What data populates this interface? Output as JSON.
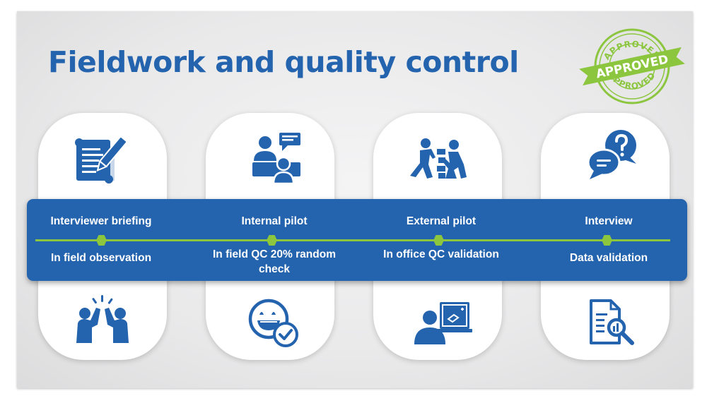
{
  "title": "Fieldwork and quality control",
  "stamp": {
    "text": "APPROVED",
    "color": "#8cc63f"
  },
  "colors": {
    "primary": "#2463ad",
    "accent": "#8cc63f",
    "background": "#e9e9ea"
  },
  "columns": [
    {
      "top_label": "Interviewer briefing",
      "bottom_label": "In field observation",
      "top_icon": "document-writing-icon",
      "bottom_icon": "high-five-icon"
    },
    {
      "top_label": "Internal pilot",
      "bottom_label": "In field QC 20% random check",
      "top_icon": "interview-desk-icon",
      "bottom_icon": "smiley-check-icon"
    },
    {
      "top_label": "External pilot",
      "bottom_label": "In office QC validation",
      "top_icon": "team-building-icon",
      "bottom_icon": "computer-worker-icon"
    },
    {
      "top_label": "Interview",
      "bottom_label": "Data validation",
      "top_icon": "chat-question-icon",
      "bottom_icon": "document-search-icon"
    }
  ]
}
